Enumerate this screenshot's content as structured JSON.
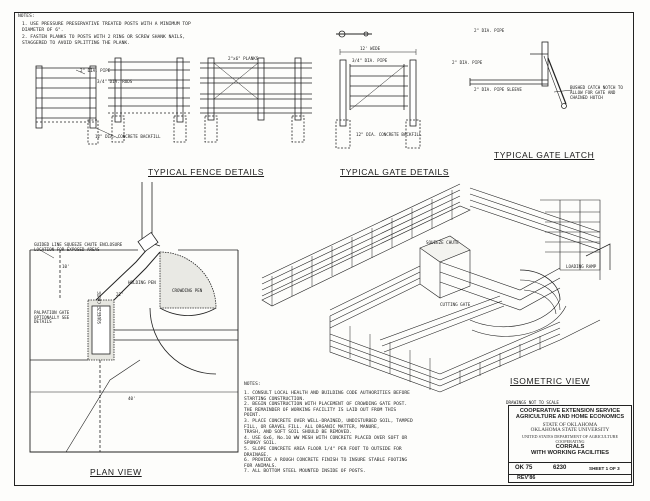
{
  "notes_header": "NOTES:",
  "top_notes": [
    "1. USE PRESSURE PRESERVATIVE TREATED POSTS WITH A MINIMUM TOP",
    "   DIAMETER OF 6\".",
    "2. FASTEN PLANKS TO POSTS WITH 2 RING OR SCREW SHANK NAILS,",
    "   STAGGERED TO AVOID SPLITTING THE PLANK."
  ],
  "fence_labels": {
    "pipe_rail": "2\" DIA. PIPE",
    "rods": "3/4\" DIA. RODS",
    "planks": "2\"x6\" PLANKS",
    "backfill": "12\" DIA. CONCRETE BACKFILL"
  },
  "gate_labels": {
    "pipe": "3/4\" DIA. PIPE",
    "width": "12' WIDE",
    "backfill": "12\" DIA. CONCRETE BACKFILL"
  },
  "latch_labels": {
    "pipe_top": "2\" DIA. PIPE",
    "pipe_sleeve": "2\" DIA. PIPE SLEEVE",
    "pipe_left": "2\" DIA. PIPE",
    "note": "BUSHED CATCH NOTCH TO ALLOW FOR GATE AND CHAINED HUTCH"
  },
  "section_titles": {
    "fence": "TYPICAL FENCE DETAILS",
    "gate": "TYPICAL GATE DETAILS",
    "latch": "TYPICAL GATE LATCH",
    "plan": "PLAN VIEW",
    "isometric": "ISOMETRIC VIEW"
  },
  "plan_labels": {
    "gate_note": "GUIDED LINE SQUEEZE CHUTE ENCLOSURE LOCATION FOR EXPOSED AREAS",
    "crowding": "CROWDING PEN",
    "squeeze": "SQUEEZE CHUTE",
    "holding": "HOLDING PEN",
    "palpation": "PALPATION GATE OPTIONALLY SEE DETAILS",
    "dim_a": "22'",
    "dim_b": "10'",
    "dim_c": "40'"
  },
  "iso_labels": {
    "squeeze": "SQUEEZE CHUTE",
    "cutting": "CUTTING GATE",
    "loading": "LOADING RAMP"
  },
  "drawings_note": "DRAWINGS NOT TO SCALE",
  "bottom_notes_header": "NOTES:",
  "bottom_notes": [
    "1. CONSULT LOCAL HEALTH AND BUILDING CODE AUTHORITIES BEFORE",
    "   STARTING CONSTRUCTION.",
    "2. BEGIN CONSTRUCTION WITH PLACEMENT OF CROWDING GATE POST.",
    "   THE REMAINDER OF WORKING FACILITY IS LAID OUT FROM THIS",
    "   POINT.",
    "3. PLACE CONCRETE OVER WELL-DRAINED, UNDISTURBED SOIL, TAMPED",
    "   FILL, OR GRAVEL FILL.  ALL ORGANIC MATTER, MANURE,",
    "   TRASH, AND SOFT SOIL SHOULD BE REMOVED.",
    "4. USE 6x6, No.10 WW MESH WITH CONCRETE PLACED OVER SOFT OR",
    "   SPONGY SOIL.",
    "5. SLOPE CONCRETE AREA FLOOR 1/4\" PER FOOT TO OUTSIDE FOR",
    "   DRAINAGE.",
    "6. PROVIDE A ROUGH CONCRETE FINISH TO INSURE STABLE FOOTING",
    "   FOR ANIMALS.",
    "7. ALL BOTTOM STEEL MOUNTED INSIDE OF POSTS."
  ],
  "title_block": {
    "agency_lines": [
      "COOPERATIVE EXTENSION SERVICE",
      "AGRICULTURE AND HOME ECONOMICS"
    ],
    "state_lines": [
      "STATE OF OKLAHOMA",
      "OKLAHOMA STATE UNIVERSITY",
      "UNITED STATES DEPARTMENT OF AGRICULTURE COOPERATING"
    ],
    "title_lines": [
      "CORRALS",
      "WITH WORKING FACILITIES"
    ],
    "project": "OK 75",
    "number": "6230",
    "sheet": "SHEET 1 OF 3",
    "revision": "REV'86"
  }
}
